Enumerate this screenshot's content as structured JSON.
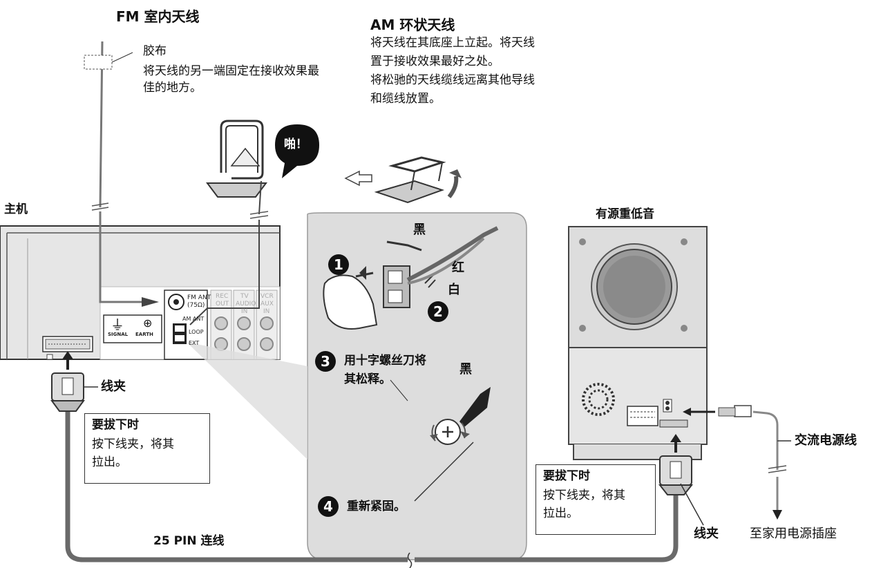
{
  "fm_antenna": {
    "title_bold": "FM",
    "title_rest": " 室内天线",
    "tape_label": "胶布",
    "tape_note": "将天线的另一端固定在接收效果最佳的地方。"
  },
  "am_antenna": {
    "title_bold": "AM",
    "title_rest": " 环状天线",
    "desc_line1": "将天线在其底座上立起。将天线",
    "desc_line2": "置于接收效果最好之处。",
    "desc_line3": "将松驰的天线缆线远离其他导线",
    "desc_line4": "和缆线放置。",
    "click_bubble": "啪！"
  },
  "main_unit": {
    "label": "主机",
    "fm_ant_terminal": "FM ANT",
    "fm_ant_ohm": "(75Ω)",
    "am_ant_terminal": "AM ANT",
    "loop_label": "LOOP",
    "ext_label": "EXT",
    "signal_label": "SIGNAL",
    "earth_label": "EARTH",
    "rec_out_1": "REC",
    "rec_out_2": "OUT",
    "tv_audio_1": "TV",
    "tv_audio_2": "AUDIO",
    "tv_audio_3": "IN",
    "vcr_aux_1": "VCR",
    "vcr_aux_2": "AUX",
    "vcr_aux_3": "IN"
  },
  "clamp_left": "线夹",
  "clamp_right": "线夹",
  "unplug_box_left": {
    "title": "要拔下时",
    "line1": "按下线夹，将其",
    "line2": "拉出。"
  },
  "unplug_box_right": {
    "title": "要拔下时",
    "line1": "按下线夹，将其",
    "line2": "拉出。"
  },
  "cable_label_bold": "25 PIN",
  "cable_label_rest": " 连线",
  "detail_panel": {
    "black_top": "黑",
    "red": "红",
    "white": "白",
    "step1": "1",
    "step2": "2",
    "step3": "3",
    "step4": "4",
    "step3_line1": "用十字螺丝刀将",
    "step3_line2": "其松释。",
    "black_screw": "黑",
    "step4_text": "重新紧固。"
  },
  "subwoofer": {
    "label": "有源重低音",
    "ac_cord": "交流电源线",
    "to_outlet": "至家用电源插座"
  }
}
